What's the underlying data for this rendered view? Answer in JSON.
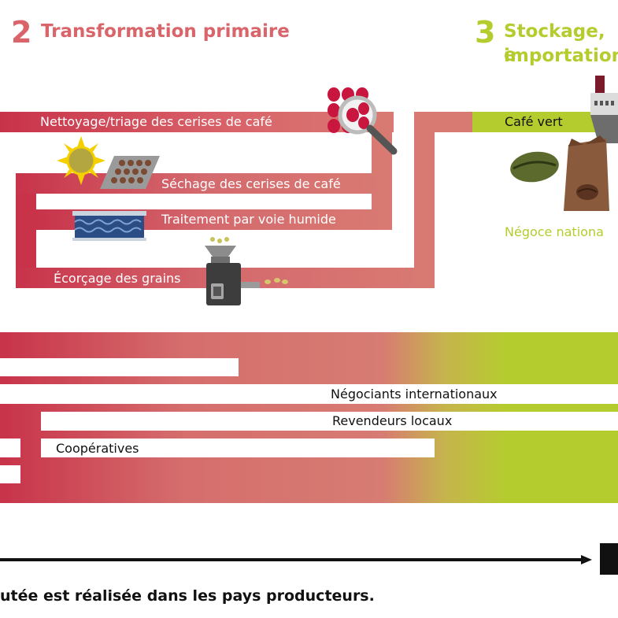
{
  "section2": {
    "number": "2",
    "title": "Transformation primaire",
    "color": "#d9646a"
  },
  "section3": {
    "number": "3",
    "title_line1": "Stockage, e",
    "title_line2": "importation",
    "color": "#b5cc2e"
  },
  "process": {
    "step1": "Nettoyage/triage des cerises de café",
    "step2": "Séchage des cerises de café",
    "step3": "Traitement par voie humide",
    "step4": "Écorçage des grains"
  },
  "green_coffee": "Café vert",
  "national_trade": "Négoce nationa",
  "actors": {
    "international": "Négociants internationaux",
    "local": "Revendeurs locaux",
    "coops": "Coopératives"
  },
  "footer_text": "utée est réalisée dans les pays producteurs.",
  "colors": {
    "red": "#c8334a",
    "salmon": "#d97a72",
    "green": "#b5cc2e",
    "dark": "#111111"
  }
}
